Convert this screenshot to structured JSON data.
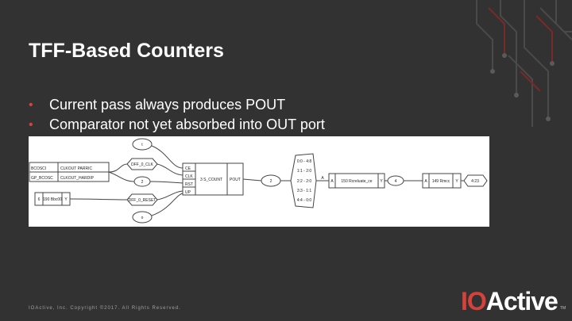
{
  "slide": {
    "title": "TFF-Based Counters",
    "bullets": [
      "Current pass always produces POUT",
      "Comparator not yet absorbed into OUT port"
    ]
  },
  "diagram": {
    "left_top_node": "t",
    "left_bottom_node": "o",
    "table_left": [
      [
        "BCOSCI",
        "CLKOUT PARRIC"
      ],
      [
        "GP_BCOSC",
        "CLKOUT_HARDIP"
      ]
    ],
    "dff_top_label": "DFF_0_CLK",
    "dff_bottom_label": "DFF_0_RESET",
    "small_node_label": "2",
    "value_box": [
      "6",
      "190 Bbc00",
      "Y"
    ],
    "block_ports": [
      "CE",
      "CLK",
      "RST",
      "UP"
    ],
    "block_name": "3 S_COUNT",
    "block_out": "POUT",
    "mid_node": "2",
    "bus_rows": [
      "0:0 - 4:8",
      "1:1 - 2:0",
      "2:2 - 2:0",
      "3:3 - 1:1",
      "4:4 - 0:0"
    ],
    "after_bus_node": "A",
    "compare_block": [
      "A",
      "150 Rcreluate_ce",
      "Y"
    ],
    "right_node_4": "4",
    "right_block": [
      "A",
      "149 Rmcc",
      "Y"
    ],
    "end_label": "4:23"
  },
  "footer": {
    "copyright": "IOActive, Inc. Copyright ©2017. All Rights Reserved.",
    "logo_io": "IO",
    "logo_active": "Active",
    "logo_tm": "TM"
  },
  "colors": {
    "accent": "#d6423a",
    "background": "#323232"
  }
}
